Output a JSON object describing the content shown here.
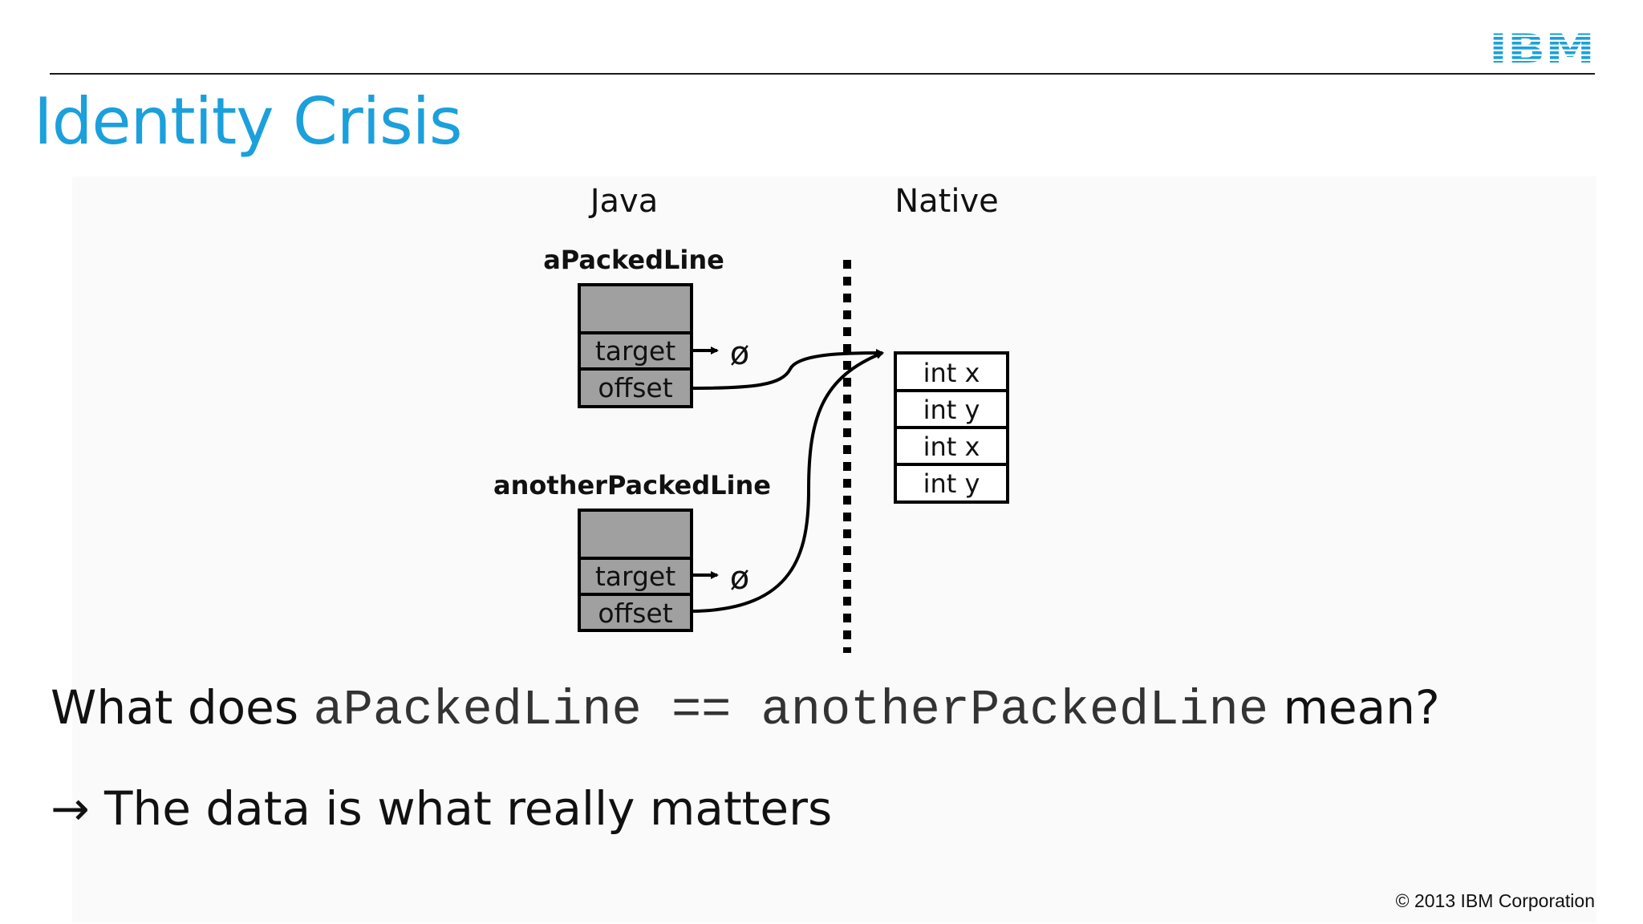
{
  "header": {
    "logo_text": "IBM",
    "title": "Identity Crisis"
  },
  "diagram": {
    "col_java": "Java",
    "col_native": "Native",
    "objects": [
      {
        "name": "aPackedLine",
        "fields": [
          "target",
          "offset"
        ],
        "null_symbol": "ø"
      },
      {
        "name": "anotherPackedLine",
        "fields": [
          "target",
          "offset"
        ],
        "null_symbol": "ø"
      }
    ],
    "native_fields": [
      "int x",
      "int y",
      "int x",
      "int y"
    ]
  },
  "question": {
    "prefix": "What does",
    "expression": "aPackedLine == anotherPackedLine",
    "suffix": "mean?"
  },
  "answer": {
    "arrow": "→",
    "text": "The data is what really matters"
  },
  "footer": {
    "copyright": "© 2013 IBM Corporation"
  },
  "colors": {
    "title": "#1ba0dc",
    "logo": "#1ba0dc",
    "field_fill": "#a0a0a0"
  }
}
